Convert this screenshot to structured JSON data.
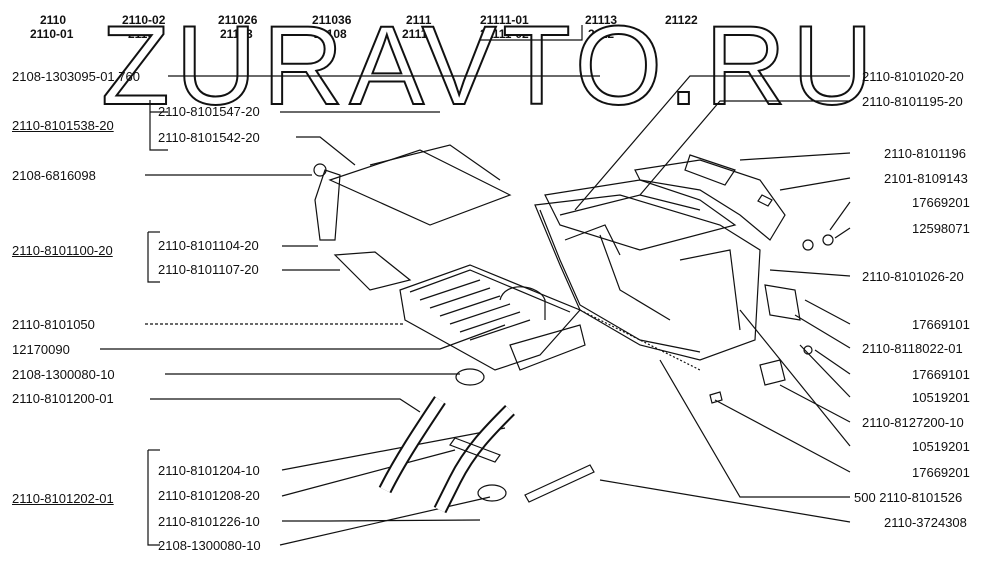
{
  "watermark": "ZURAVTO.RU",
  "models": [
    [
      "2110",
      "2110-01"
    ],
    [
      "2110-02",
      "21102"
    ],
    [
      "211026",
      "21103"
    ],
    [
      "211036",
      "21108"
    ],
    [
      "2111",
      "21111"
    ],
    [
      "21111-01",
      "21111-02"
    ],
    [
      "21113",
      "2112"
    ],
    [
      "21122",
      ""
    ]
  ],
  "left_labels": [
    "2108-1303095-01 760",
    "2110-8101547-20",
    "2110-8101538-20",
    "2110-8101542-20",
    "2108-6816098",
    "2110-8101104-20",
    "2110-8101100-20",
    "2110-8101107-20",
    "2110-8101050",
    "12170090",
    "2108-1300080-10",
    "2110-8101200-01",
    "2110-8101204-10",
    "2110-8101208-20",
    "2110-8101202-01",
    "2110-8101226-10",
    "2108-1300080-10"
  ],
  "right_labels": [
    "2110-8101020-20",
    "2110-8101195-20",
    "2110-8101196",
    "2101-8109143",
    "17669201",
    "12598071",
    "2110-8101026-20",
    "17669101",
    "2110-8118022-01",
    "17669101",
    "10519201",
    "2110-8127200-10",
    "10519201",
    "17669201",
    "500 2110-8101526",
    "2110-3724308"
  ],
  "colors": {
    "ink": "#111111",
    "paper": "#ffffff"
  }
}
